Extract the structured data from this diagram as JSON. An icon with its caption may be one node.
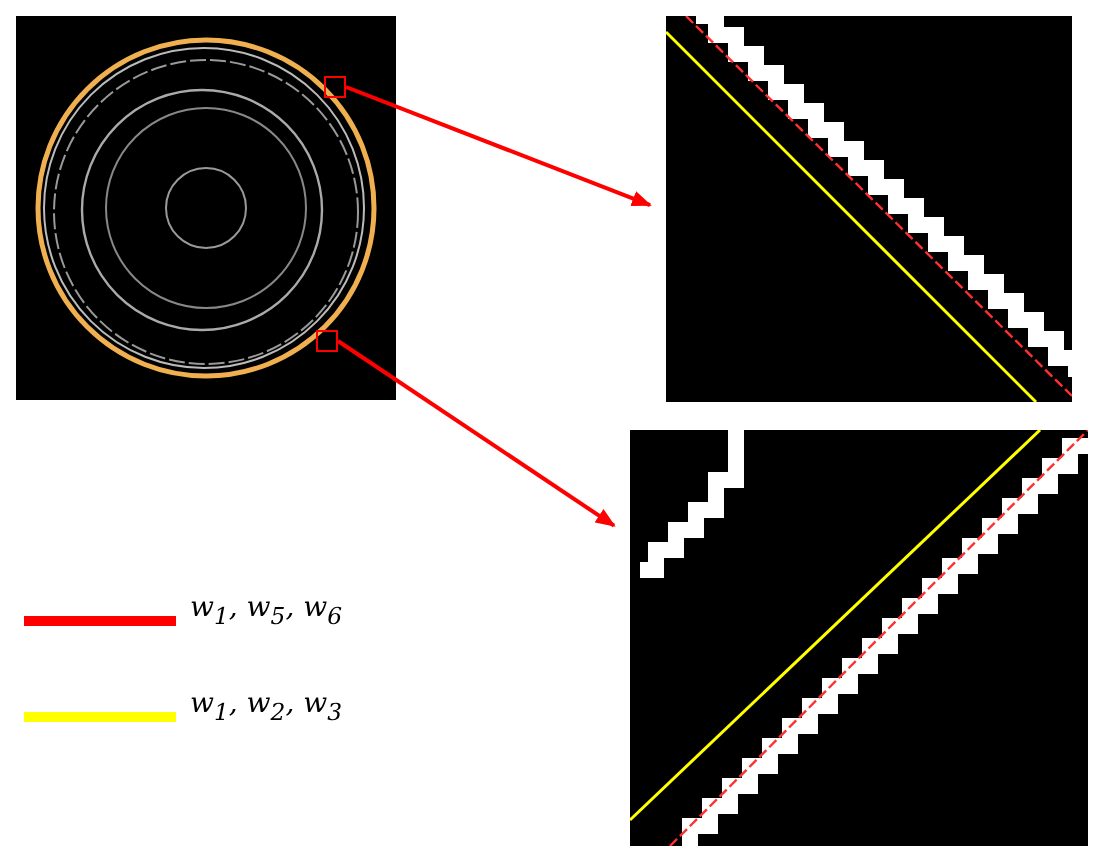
{
  "diagram": {
    "nodes": [
      {
        "text": [],
        "shape": "picture"
      },
      {
        "text": [],
        "shape": "box",
        "in": 0
      },
      {
        "text": [],
        "shape": "box",
        "in": 0
      },
      {
        "text": [],
        "shape": "picture"
      },
      {
        "text": [],
        "shape": "picture"
      }
    ],
    "edges": [
      {
        "from": 1,
        "to": 3,
        "arrow": "to"
      },
      {
        "from": 2,
        "to": 4,
        "arrow": "to"
      }
    ],
    "legend": [
      {
        "text": "w$_{1}$,  w$_{5}$,  w$_{6}$",
        "color": "#ff0000"
      },
      {
        "text": "w$_{1}$,  w$_{2}$,  w$_{3}$",
        "color": "#ffff00"
      }
    ]
  }
}
